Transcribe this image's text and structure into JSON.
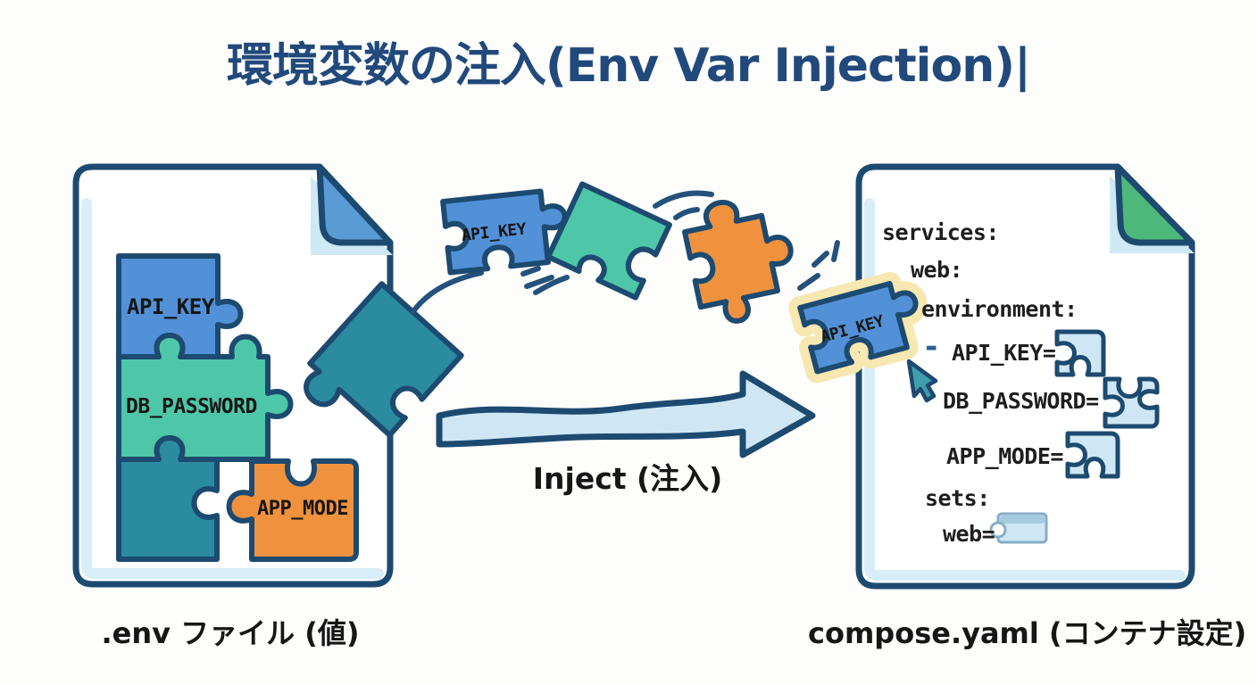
{
  "title": "環境変数の注入(Env Var Injection)|",
  "left_document": {
    "label": ".env ファイル (値)",
    "pieces": {
      "api_key": "API_KEY",
      "db_password": "DB_PASSWORD",
      "app_mode": "APP_MODE"
    }
  },
  "flow": {
    "flying_piece_label": "API_KEY",
    "arrow_label": "Inject (注入)"
  },
  "right_document": {
    "label": "compose.yaml (コンテナ設定)",
    "inserting_piece_label": "API_KEY",
    "yaml_dash": "-",
    "code": {
      "line1": "services:",
      "line2": "web:",
      "line3": "environment:",
      "line4": "API_KEY=",
      "line5": "DB_PASSWORD=",
      "line6": "APP_MODE=",
      "line7": "sets:",
      "line8": "web="
    }
  },
  "colors": {
    "outline_navy": "#1d4a70",
    "title_navy": "#21497c",
    "blue_piece": "#5291d8",
    "teal_piece": "#4ec7a9",
    "dark_teal_piece": "#2a8ba1",
    "orange_piece": "#f0923d",
    "light_blue_fill": "#cfe7f5",
    "inner_shadow_blue": "#d7edf7",
    "fold_blue": "#5b9bd5",
    "fold_green": "#4db87a",
    "halo_cream": "#f7e7b1",
    "cursor_teal": "#3f9fae"
  }
}
